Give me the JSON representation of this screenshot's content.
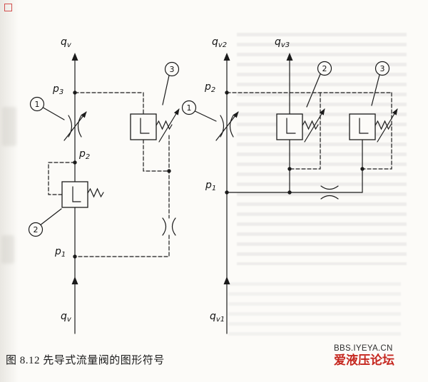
{
  "caption": {
    "text": "图 8.12  先导式流量阀的图形符号"
  },
  "watermark": {
    "line1": "BBS.IYEYA.CN",
    "line2": "爱液压论坛",
    "color": "#c5271f"
  },
  "diagram": {
    "ink": "#1b1b1b",
    "left": {
      "q_top": {
        "base": "q",
        "sub": "v"
      },
      "q_bottom": {
        "base": "q",
        "sub": "v"
      },
      "p3": {
        "base": "p",
        "sub": "3"
      },
      "p2": {
        "base": "p",
        "sub": "2"
      },
      "p1": {
        "base": "p",
        "sub": "1"
      },
      "callout1": "1",
      "callout2": "2",
      "callout3": "3"
    },
    "right": {
      "q_top_left": {
        "base": "q",
        "sub": "v2"
      },
      "q_top_right": {
        "base": "q",
        "sub": "v3"
      },
      "q_bottom": {
        "base": "q",
        "sub": "v1"
      },
      "p2": {
        "base": "p",
        "sub": "2"
      },
      "p1": {
        "base": "p",
        "sub": "1"
      },
      "callout1": "1",
      "callout2": "2",
      "callout3": "3"
    }
  }
}
